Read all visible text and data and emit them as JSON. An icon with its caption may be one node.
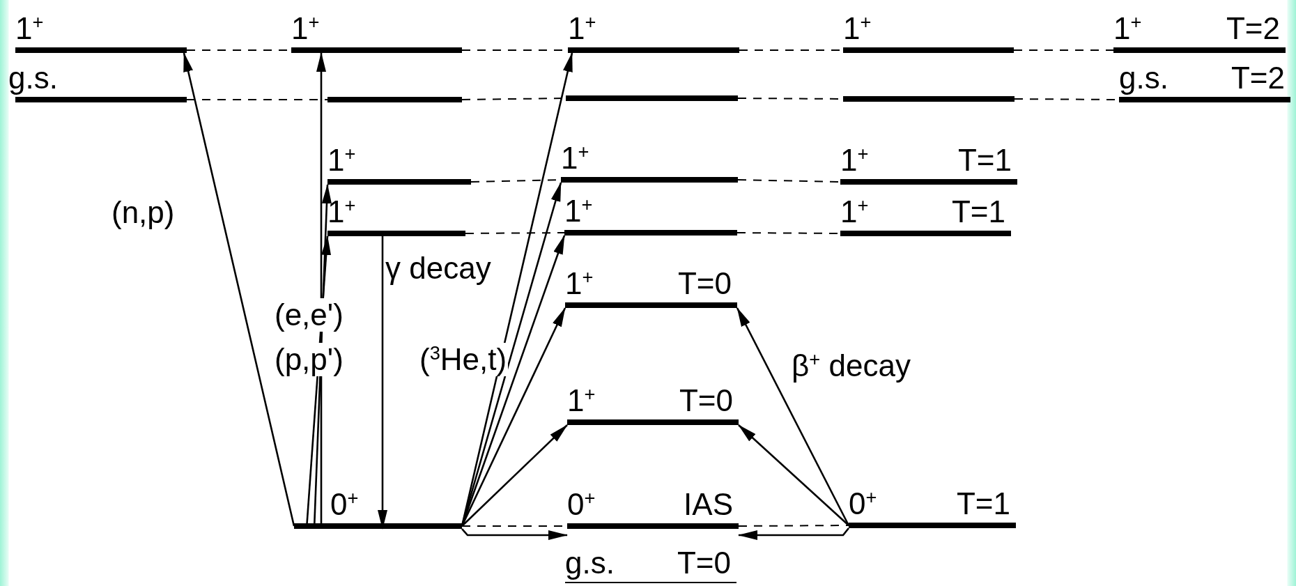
{
  "diagram": {
    "nodes": [
      {
        "text": [
          "1$^{+}$"
        ]
      },
      {
        "text": [
          "1$^{+}$"
        ]
      },
      {
        "text": [
          "1$^{+}$"
        ]
      },
      {
        "text": [
          "1$^{+}$"
        ]
      },
      {
        "text": [
          "1$^{+}$",
          "T=2"
        ]
      },
      {
        "text": [
          "g.s."
        ]
      },
      {
        "text": [],
        "shape": "bar"
      },
      {
        "text": [],
        "shape": "bar"
      },
      {
        "text": [],
        "shape": "bar"
      },
      {
        "text": [
          "g.s.",
          "T=2"
        ]
      },
      {
        "text": [
          "1$^{+}$"
        ]
      },
      {
        "text": [
          "1$^{+}$"
        ]
      },
      {
        "text": [
          "1$^{+}$",
          "T=1"
        ]
      },
      {
        "text": [
          "1$^{+}$"
        ]
      },
      {
        "text": [
          "1$^{+}$"
        ]
      },
      {
        "text": [
          "1$^{+}$",
          "T=1"
        ]
      },
      {
        "text": [
          "1$^{+}$",
          "T=0"
        ]
      },
      {
        "text": [
          "1$^{+}$",
          "T=0"
        ]
      },
      {
        "text": [
          "0$^{+}$"
        ]
      },
      {
        "text": [
          "0$^{+}$",
          "IAS"
        ]
      },
      {
        "text": [
          "0$^{+}$",
          "T=1"
        ]
      },
      {
        "text": [
          "g.s.",
          "T=0"
        ]
      }
    ],
    "edges": [
      {
        "from": 0,
        "to": 1,
        "arrow": "none",
        "style": "dashed"
      },
      {
        "from": 1,
        "to": 2,
        "arrow": "none",
        "style": "dashed"
      },
      {
        "from": 2,
        "to": 3,
        "arrow": "none",
        "style": "dashed"
      },
      {
        "from": 3,
        "to": 4,
        "arrow": "none",
        "style": "dashed"
      },
      {
        "from": 5,
        "to": 6,
        "arrow": "none",
        "style": "dashed"
      },
      {
        "from": 6,
        "to": 7,
        "arrow": "none",
        "style": "dashed"
      },
      {
        "from": 7,
        "to": 8,
        "arrow": "none",
        "style": "dashed"
      },
      {
        "from": 8,
        "to": 9,
        "arrow": "none",
        "style": "dashed"
      },
      {
        "from": 10,
        "to": 11,
        "arrow": "none",
        "style": "dashed"
      },
      {
        "from": 11,
        "to": 12,
        "arrow": "none",
        "style": "dashed"
      },
      {
        "from": 13,
        "to": 14,
        "arrow": "none",
        "style": "dashed"
      },
      {
        "from": 14,
        "to": 15,
        "arrow": "none",
        "style": "dashed"
      },
      {
        "from": 18,
        "to": 19,
        "arrow": "none",
        "style": "dashed"
      },
      {
        "from": 19,
        "to": 20,
        "arrow": "none",
        "style": "dashed"
      },
      {
        "from": 18,
        "to": 0,
        "arrow": "to"
      },
      {
        "from": 18,
        "to": 13,
        "arrow": "to"
      },
      {
        "from": 18,
        "to": 10,
        "arrow": "to"
      },
      {
        "from": 18,
        "to": 1,
        "arrow": "to"
      },
      {
        "from": 13,
        "to": 18,
        "arrow": "to"
      },
      {
        "from": 18,
        "to": 2,
        "arrow": "to"
      },
      {
        "from": 18,
        "to": 11,
        "arrow": "to"
      },
      {
        "from": 18,
        "to": 14,
        "arrow": "to"
      },
      {
        "from": 18,
        "to": 16,
        "arrow": "to"
      },
      {
        "from": 18,
        "to": 17,
        "arrow": "to"
      },
      {
        "from": 18,
        "to": 19,
        "arrow": "to"
      },
      {
        "from": 20,
        "to": 16,
        "arrow": "to"
      },
      {
        "from": 20,
        "to": 17,
        "arrow": "to"
      },
      {
        "from": 20,
        "to": 19,
        "arrow": "to"
      }
    ],
    "labels": [
      "γ decay",
      "(n,p)",
      "(e,e')",
      "($^{3}$He,t)",
      "(p,p')",
      "β$^{+}$ decay"
    ]
  }
}
